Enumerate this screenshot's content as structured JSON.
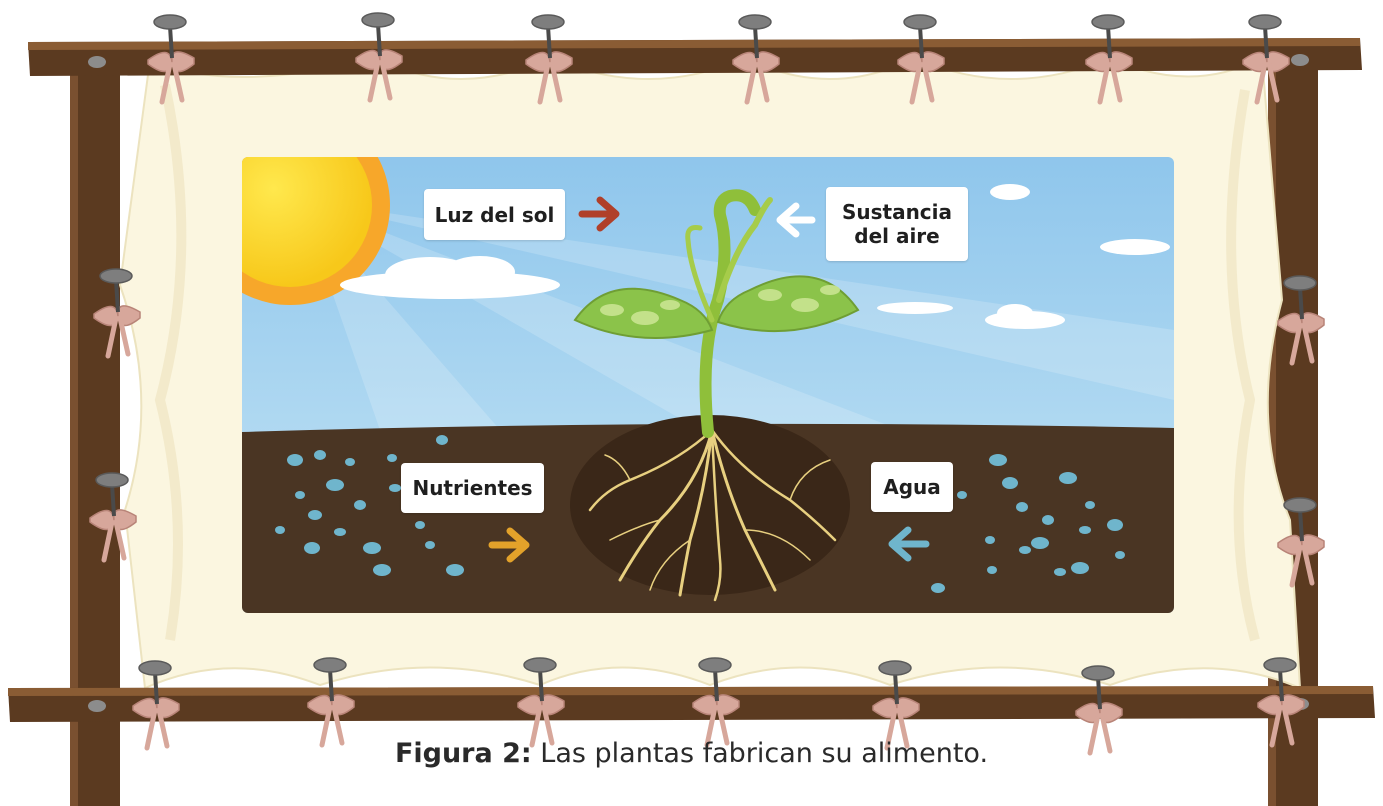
{
  "labels": {
    "sun": "Luz del sol",
    "air": "Sustancia\ndel aire",
    "nutrients": "Nutrientes",
    "water": "Agua"
  },
  "arrow_colors": {
    "sun": "#b0402a",
    "air": "#ffffff",
    "nutrients": "#e3a22a",
    "water": "#6fb5cc"
  },
  "caption": {
    "prefix": "Figura 2:",
    "text": " Las plantas fabrican su alimento."
  },
  "colors": {
    "frame_wood": "#5b3a20",
    "canvas": "#fbf6e0",
    "sky": "#a9d6f0",
    "soil": "#4a3523",
    "sun": "#f9d423",
    "leaf": "#8bc34a",
    "ribbon": "#d7a79b"
  }
}
